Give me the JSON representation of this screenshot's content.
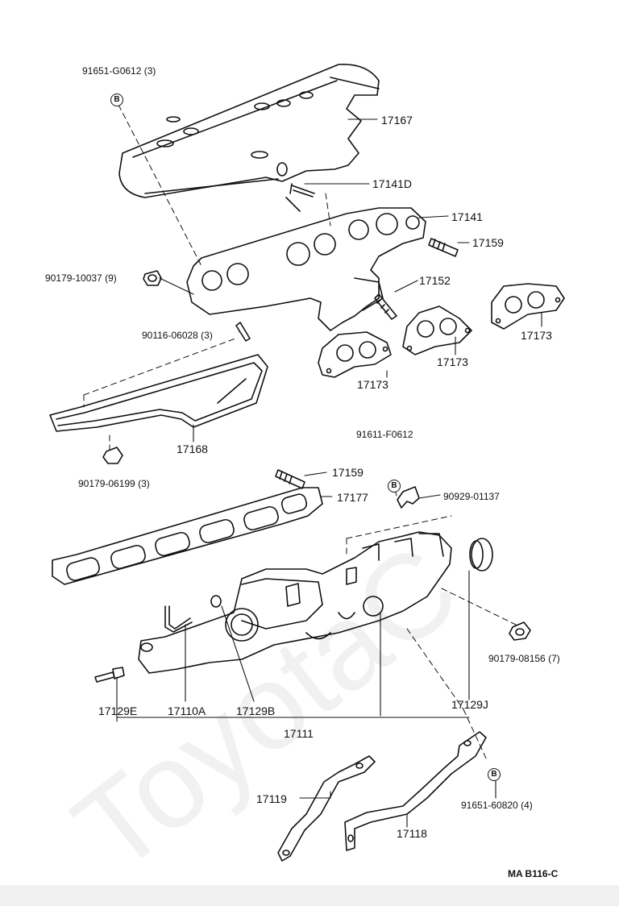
{
  "watermark": "ToyotaC",
  "diagram_code": "MA B116-C",
  "bolt_marker": "B",
  "labels": {
    "p91651_g0612": "91651-G0612 (3)",
    "p17167": "17167",
    "p17141d": "17141D",
    "p17141": "17141",
    "p17159_top": "17159",
    "p90179_10037": "90179-10037 (9)",
    "p17152": "17152",
    "p90116_06028": "90116-06028 (3)",
    "p17173_a": "17173",
    "p17173_b": "17173",
    "p17173_c": "17173",
    "p17168": "17168",
    "p90179_06199": "90179-06199 (3)",
    "p91611_f0612": "91611-F0612",
    "p17159_mid": "17159",
    "p17177": "17177",
    "p90929_01137": "90929-01137",
    "p90179_08156": "90179-08156 (7)",
    "p17129e": "17129E",
    "p17110a": "17110A",
    "p17129b": "17129B",
    "p17129j": "17129J",
    "p17111": "17111",
    "p91651_60820": "91651-60820 (4)",
    "p17119": "17119",
    "p17118": "17118"
  }
}
